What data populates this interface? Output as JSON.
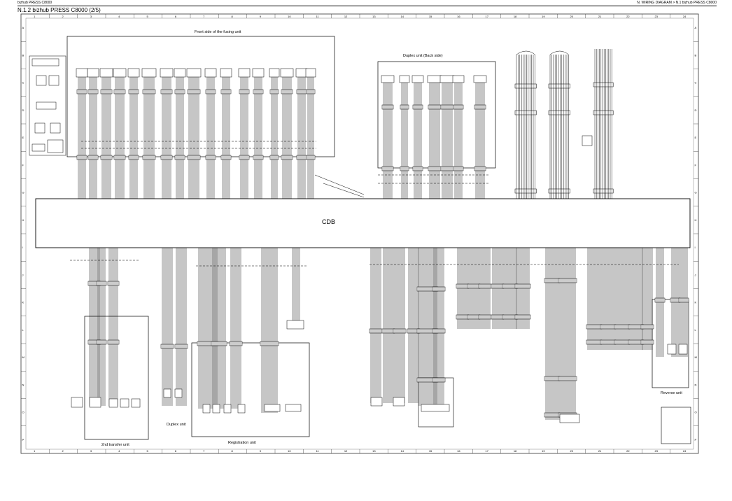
{
  "header": {
    "left": "bizhub PRESS C8000",
    "right": "N. WIRING DIAGRAM > N.1 bizhub PRESS C8000"
  },
  "page_title": "N.1.2  bizhub PRESS C8000 (2/5)",
  "board": {
    "label": "CDB"
  },
  "units": {
    "fusing_front": "Front side of the fusing unit",
    "duplex_back": "Duplex unit (Back side)",
    "second_transfer": "2nd transfer unit",
    "duplex": "Duplex unit",
    "registration": "Registration unit",
    "reverse": "Reverse unit"
  },
  "border": {
    "columns": [
      "1",
      "2",
      "3",
      "4",
      "5",
      "6",
      "7",
      "8",
      "9",
      "10",
      "11",
      "12",
      "13",
      "14",
      "15",
      "16",
      "17",
      "18",
      "19",
      "20",
      "21",
      "22",
      "23",
      "24"
    ],
    "rows": [
      "A",
      "B",
      "C",
      "D",
      "E",
      "F",
      "G",
      "H",
      "I",
      "J",
      "K",
      "L",
      "M",
      "N",
      "O",
      "P"
    ]
  },
  "colors": {
    "ink": "#000000",
    "paper": "#ffffff",
    "frame": "#333333"
  }
}
